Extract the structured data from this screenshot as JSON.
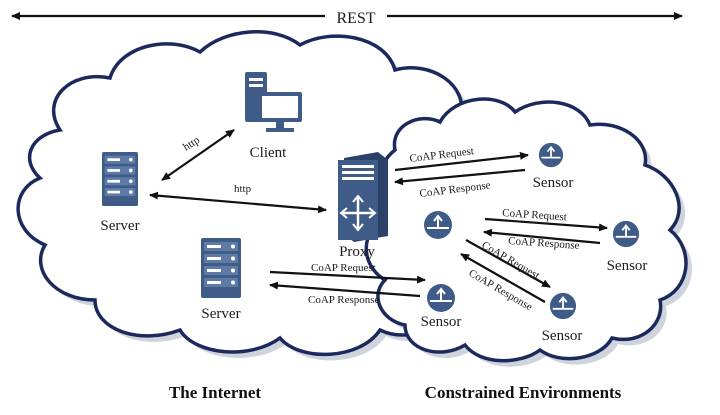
{
  "banner": {
    "label": "REST"
  },
  "clouds": {
    "internet_caption": "The Internet",
    "constrained_caption": "Constrained Environments"
  },
  "nodes": {
    "client": "Client",
    "server_top": "Server",
    "server_bottom": "Server",
    "proxy": "Proxy",
    "sensor_top": "Sensor",
    "sensor_right": "Sensor",
    "sensor_bottom_left": "Sensor",
    "sensor_bottom_right": "Sensor"
  },
  "links": {
    "server_client": "http",
    "server_proxy": "http",
    "proxy_sensor_request": "CoAP Request",
    "proxy_sensor_response": "CoAP Response",
    "server_sensor_request": "CoAP Request",
    "server_sensor_response": "CoAP Response",
    "hub_right_request": "CoAP Request",
    "hub_right_response": "CoAP Response",
    "hub_bottom_request": "CoAP Request",
    "hub_bottom_response": "CoAP Response"
  },
  "colors": {
    "device": "#3f5b87",
    "device_dark": "#2b4168",
    "cloud_outline": "#1b2a5c"
  }
}
